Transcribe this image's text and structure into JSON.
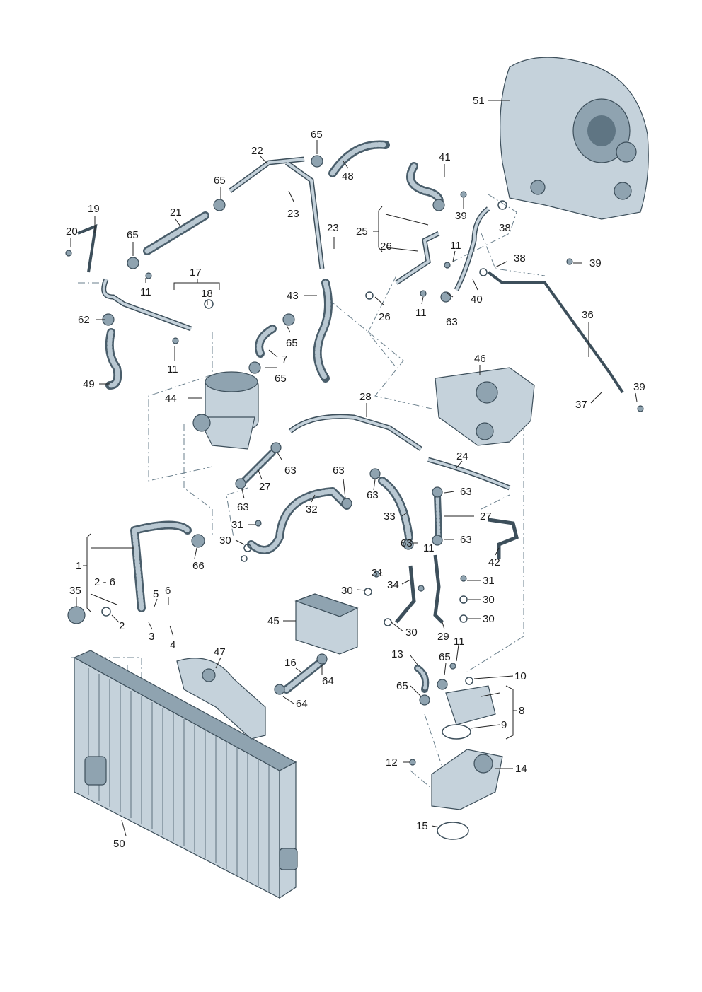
{
  "callouts": {
    "c1": "1",
    "c2_6": "2 - 6",
    "c2": "2",
    "c3": "3",
    "c4": "4",
    "c5": "5",
    "c6": "6",
    "c7": "7",
    "c8": "8",
    "c9": "9",
    "c10": "10",
    "c11a": "11",
    "c11b": "11",
    "c11c": "11",
    "c11d": "11",
    "c11e": "11",
    "c11f": "11",
    "c12": "12",
    "c13": "13",
    "c14": "14",
    "c15": "15",
    "c16": "16",
    "c17": "17",
    "c18": "18",
    "c19": "19",
    "c20": "20",
    "c21": "21",
    "c22": "22",
    "c23a": "23",
    "c23b": "23",
    "c24": "24",
    "c25": "25",
    "c26a": "26",
    "c26b": "26",
    "c27a": "27",
    "c27b": "27",
    "c28": "28",
    "c29": "29",
    "c30a": "30",
    "c30b": "30",
    "c30c": "30",
    "c30d": "30",
    "c30e": "30",
    "c31a": "31",
    "c31b": "31",
    "c31c": "31",
    "c32": "32",
    "c33": "33",
    "c34": "34",
    "c35": "35",
    "c36": "36",
    "c37": "37",
    "c38a": "38",
    "c38b": "38",
    "c39a": "39",
    "c39b": "39",
    "c39c": "39",
    "c40": "40",
    "c41": "41",
    "c42": "42",
    "c43": "43",
    "c44": "44",
    "c45": "45",
    "c46": "46",
    "c47": "47",
    "c48": "48",
    "c49": "49",
    "c50": "50",
    "c51": "51",
    "c62": "62",
    "c63a": "63",
    "c63b": "63",
    "c63c": "63",
    "c63d": "63",
    "c63e": "63",
    "c63f": "63",
    "c63g": "63",
    "c63h": "63",
    "c64a": "64",
    "c64b": "64",
    "c65a": "65",
    "c65b": "65",
    "c65c": "65",
    "c65d": "65",
    "c65e": "65",
    "c65f": "65",
    "c65g": "65",
    "c66": "66"
  },
  "colors": {
    "part_fill": "#c5d2db",
    "part_stroke": "#3d4f5b",
    "hose_texture": "#4a5e6b",
    "dash_lines": "#6a7f8c"
  }
}
